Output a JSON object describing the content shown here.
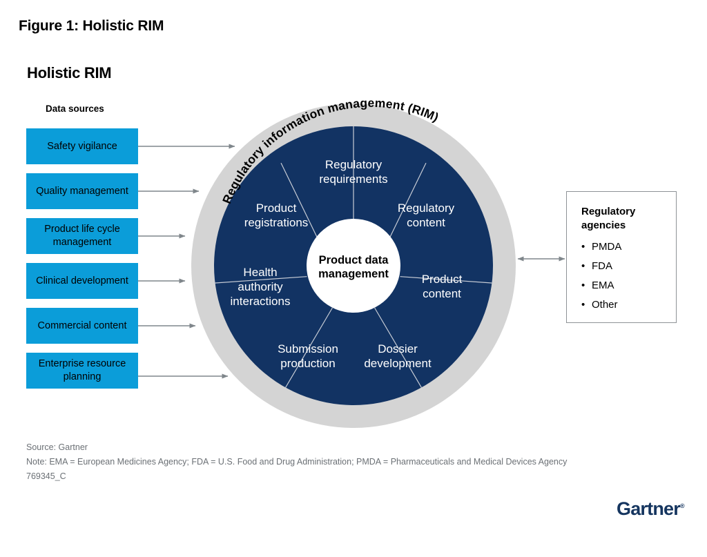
{
  "figure": {
    "caption": "Figure 1: Holistic RIM",
    "title": "Holistic RIM"
  },
  "data_sources": {
    "heading": "Data sources",
    "items": [
      {
        "label": "Safety vigilance"
      },
      {
        "label": "Quality management"
      },
      {
        "label": "Product life cycle management"
      },
      {
        "label": "Clinical development"
      },
      {
        "label": "Commercial content"
      },
      {
        "label": "Enterprise resource planning"
      }
    ]
  },
  "wheel": {
    "ring_label": "Regulatory information management (RIM)",
    "center_label_line1": "Product data",
    "center_label_line2": "management",
    "segments": [
      {
        "line1": "Regulatory",
        "line2": "requirements"
      },
      {
        "line1": "Regulatory",
        "line2": "content"
      },
      {
        "line1": "Product",
        "line2": "content"
      },
      {
        "line1": "Dossier",
        "line2": "development"
      },
      {
        "line1": "Submission",
        "line2": "production"
      },
      {
        "line1": "Health",
        "line2": "authority",
        "line3": "interactions"
      },
      {
        "line1": "Product",
        "line2": "registrations"
      }
    ]
  },
  "agencies": {
    "title_line1": "Regulatory",
    "title_line2": "agencies",
    "items": [
      "PMDA",
      "FDA",
      "EMA",
      "Other"
    ]
  },
  "footer": {
    "source": "Source: Gartner",
    "note": "Note: EMA = European Medicines Agency; FDA = U.S. Food and Drug Administration; PMDA = Pharmaceuticals and Medical Devices Agency",
    "id": "769345_C"
  },
  "brand": {
    "logo_text": "Gartner",
    "logo_mark": "®",
    "colors": {
      "navy": "#123363",
      "ring_gray": "#d4d4d4",
      "box_blue": "#0b9dd9",
      "arrow_gray": "#7f868b",
      "logo_navy": "#15355f",
      "footer_gray": "#6b7075"
    }
  }
}
